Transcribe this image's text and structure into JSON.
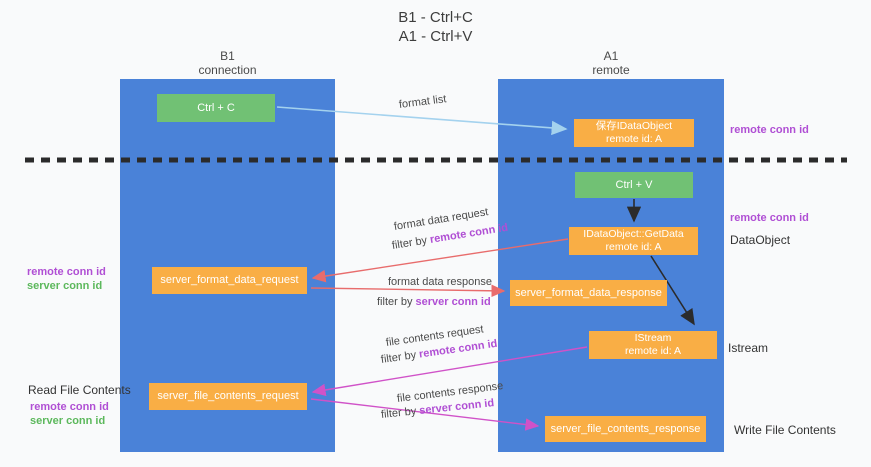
{
  "colors": {
    "bg": "#f9fafb",
    "column_blue": "#4a82d8",
    "box_orange": "#f9ae45",
    "box_green": "#71c174",
    "purple": "#b04fd4",
    "green_label": "#5cb85c",
    "arrow_blue": "#a4d2ee",
    "arrow_red": "#e86c6c",
    "arrow_magenta": "#d052c8",
    "arrow_black": "#2b2b2b"
  },
  "title": {
    "line1": "B1 - Ctrl+C",
    "line2": "A1 - Ctrl+V"
  },
  "left_column": {
    "header1": "B1",
    "header2": "connection"
  },
  "right_column": {
    "header1": "A1",
    "header2": "remote"
  },
  "boxes": {
    "ctrl_c": "Ctrl + C",
    "ctrl_v": "Ctrl + V",
    "save_dataobject_l1": "保存IDataObject",
    "save_dataobject_l2": "remote id: A",
    "getdata_l1": "IDataObject::GetData",
    "getdata_l2": "remote id: A",
    "istream_l1": "IStream",
    "istream_l2": "remote id: A",
    "format_request": "server_format_data_request",
    "format_response": "server_format_data_response",
    "file_request": "server_file_contents_request",
    "file_response": "server_file_contents_response"
  },
  "arrow_labels": {
    "format_list": "format list",
    "format_data_request": "format data request",
    "format_data_response": "format data response",
    "file_contents_request": "file contents request",
    "file_contents_response": "file contents response",
    "filter_prefix": "filter by ",
    "remote_conn_id": "remote conn id",
    "server_conn_id": "server conn id"
  },
  "side_labels": {
    "left_remote": "remote conn id",
    "left_server": "server conn id",
    "read_file": "Read File Contents",
    "right_remote_top": "remote conn id",
    "right_remote_mid": "remote conn id",
    "dataobject": "DataObject",
    "istream": "Istream",
    "write_file": "Write File Contents"
  }
}
